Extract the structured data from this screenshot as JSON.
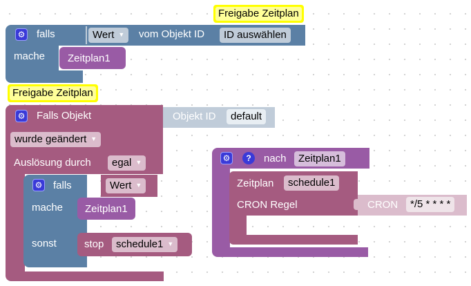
{
  "block1": {
    "if_label": "falls",
    "do_label": "mache",
    "value_dropdown": "Wert",
    "of_object_label": "vom Objekt ID",
    "id_field": "ID auswählen",
    "call_block": "Zeitplan1",
    "comment": "Freigabe Zeitplan"
  },
  "block2": {
    "comment": "Freigabe Zeitplan",
    "trigger_label": "Falls Objekt",
    "object_id_label": "Objekt ID",
    "object_id_value": "default",
    "condition_dropdown": "wurde geändert",
    "trigger_by_label": "Auslösung durch",
    "trigger_by_dropdown": "egal",
    "inner_if": {
      "if_label": "falls",
      "value_dropdown": "Wert",
      "do_label": "mache",
      "call_block": "Zeitplan1",
      "else_label": "sonst",
      "stop_label": "stop",
      "stop_dropdown": "schedule1"
    }
  },
  "block3": {
    "to_label": "nach",
    "function_name": "Zeitplan1",
    "schedule_label": "Zeitplan",
    "schedule_name": "schedule1",
    "cron_rule_label": "CRON Regel",
    "cron_label": "CRON",
    "cron_value": "*/5 * * * *"
  },
  "icons": {
    "gear": "⚙",
    "help": "?",
    "dropdown_arrow": "▼"
  },
  "colors": {
    "logic_blue": "#5b80a5",
    "trigger_wine": "#a55b80",
    "procedure_purple": "#995ba5",
    "comment_yellow": "#ffff00"
  }
}
